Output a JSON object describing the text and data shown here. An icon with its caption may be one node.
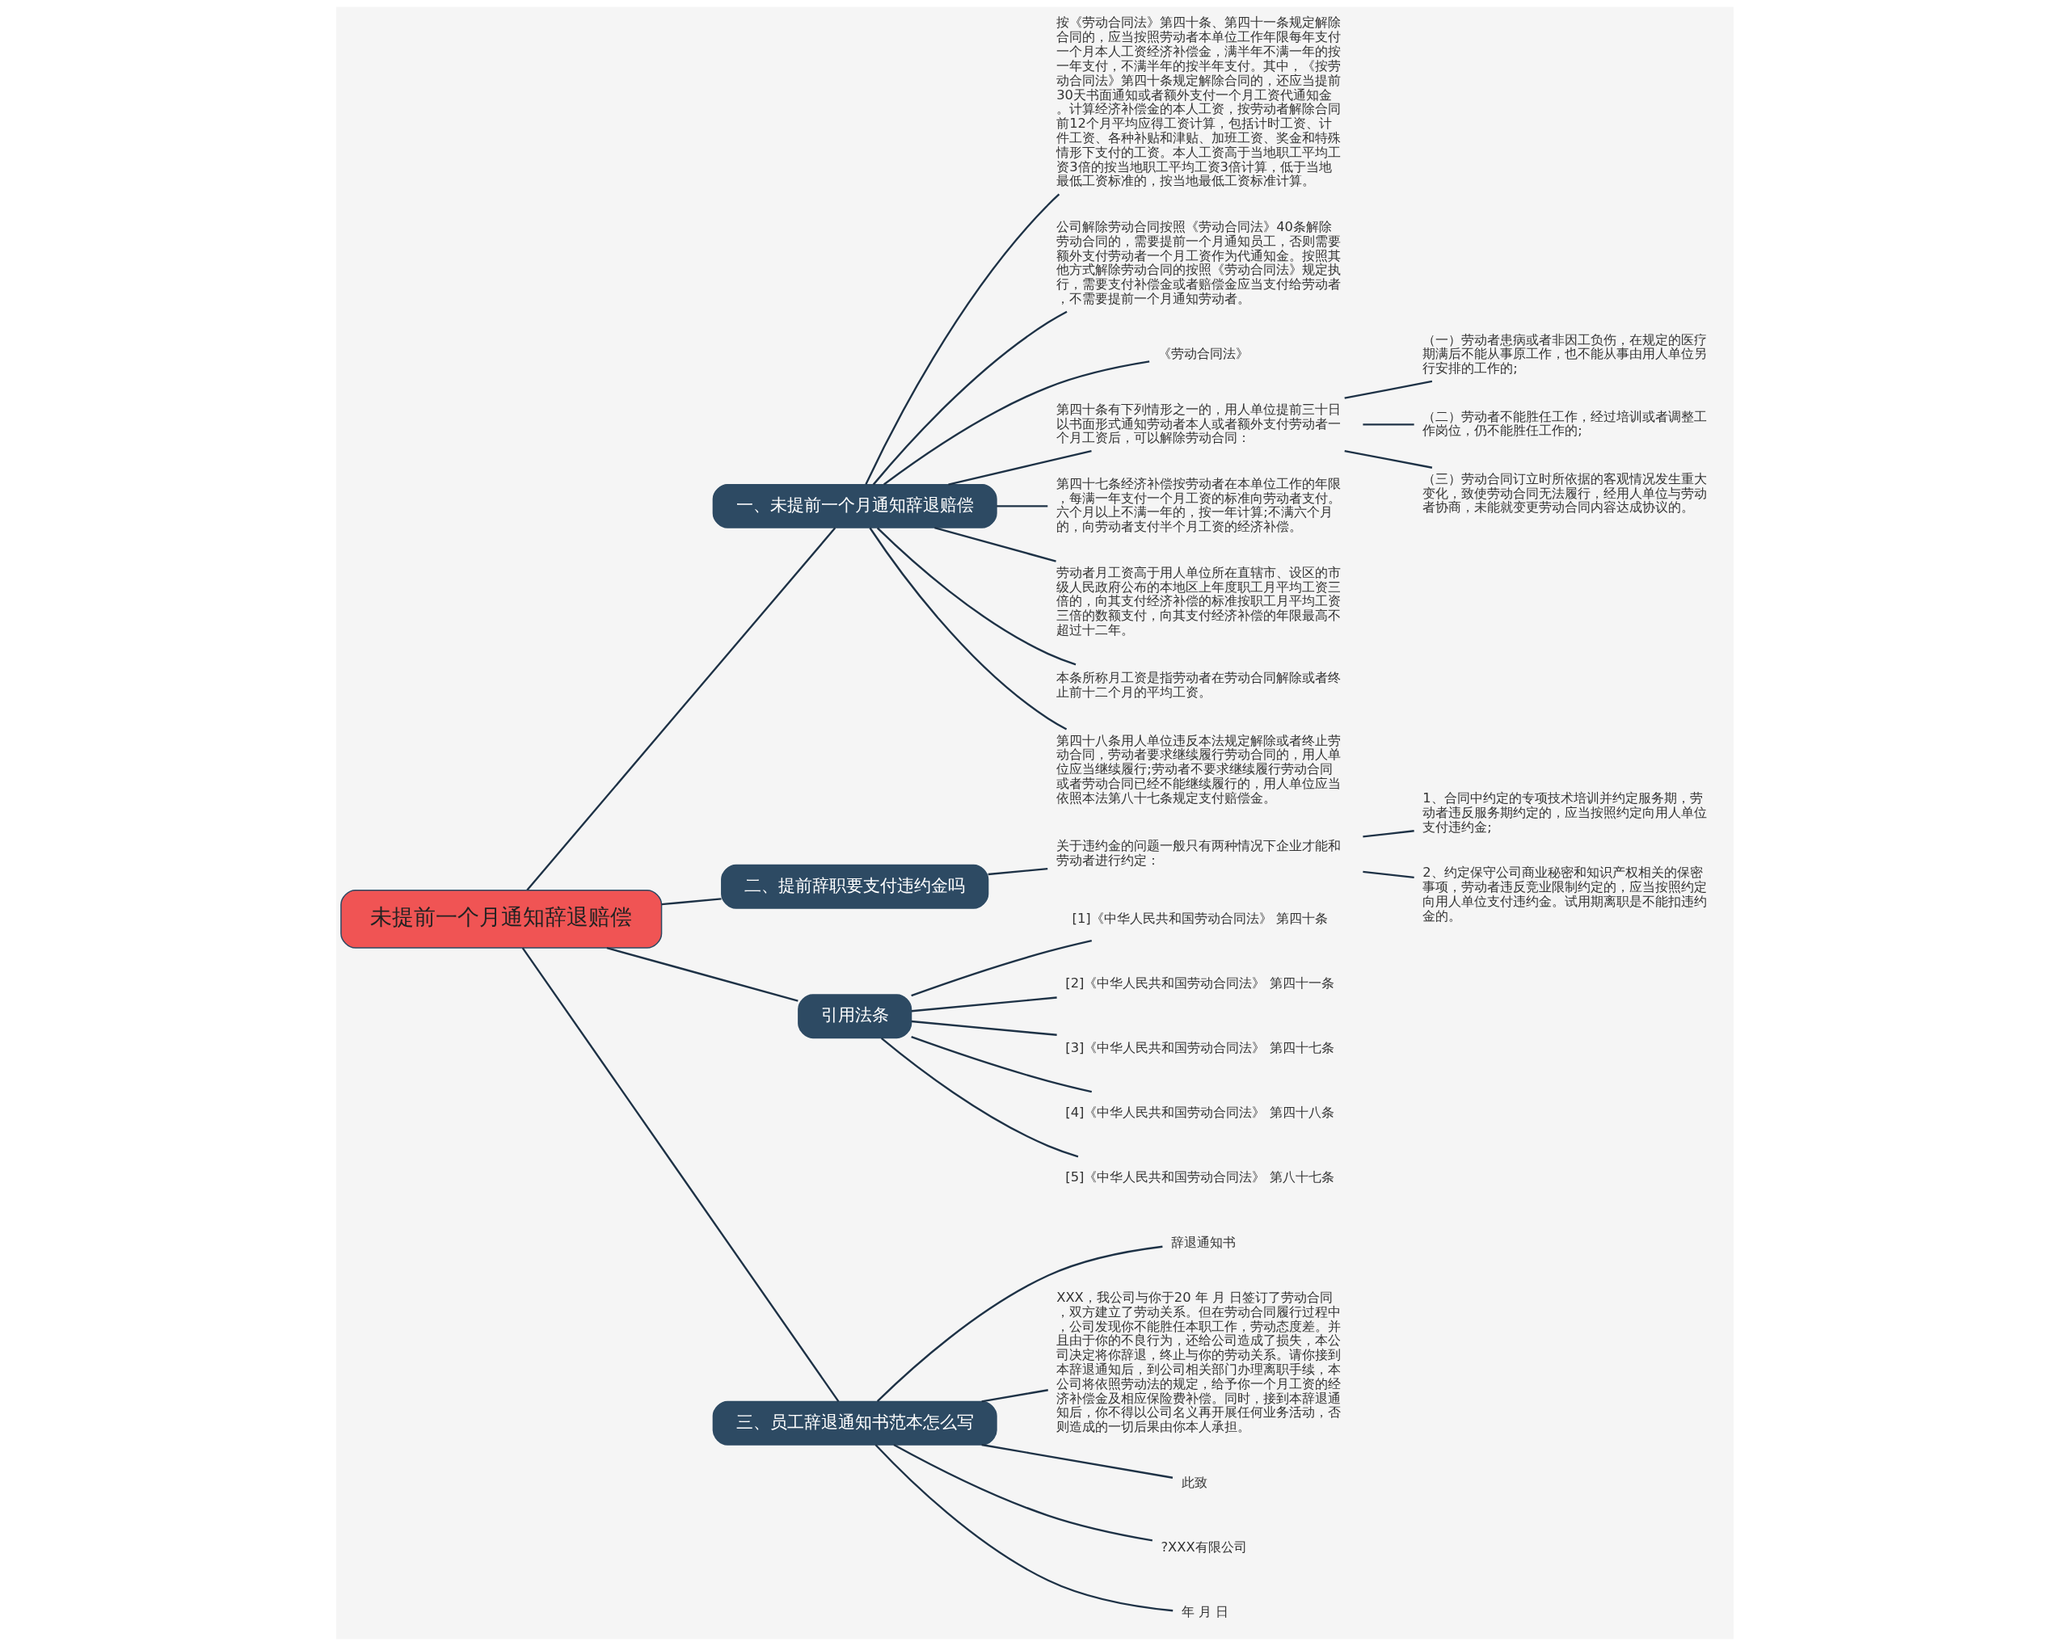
{
  "diagram": {
    "nodes": [
      {
        "text": [
          "未提前一个月通知辞退赔偿"
        ]
      },
      {
        "text": [
          "一、未提前一个月通知辞退赔偿"
        ]
      },
      {
        "text": [
          "按《劳动合同法》第四十条、第四十一条规定解除合同的，应当按照劳动者本单位工作年限每年支付一个月本人工资经济补偿金，满半年不满一年的按一年支付，不满半年的按半年支付。其中，《按劳动合同法》第四十条规定解除合同的，还应当提前30天书面通知或者额外支付一个月工资代通知金。计算经济补偿金的本人工资，按劳动者解除合同前12个月平均应得工资计算，包括计时工资、计件工资、各种补贴和津贴、加班工资、奖金和特殊情形下支付的工资。本人工资高于当地职工平均工资3倍的按当地职工平均工资3倍计算，低于当地最低工资标准的，按当地最低工资标准计算。"
        ]
      },
      {
        "text": [
          "公司解除劳动合同按照《劳动合同法》40条解除劳动合同的，需要提前一个月通知员工，否则需要额外支付劳动者一个月工资作为代通知金。按照其他方式解除劳动合同的按照《劳动合同法》规定执行，需要支付补偿金或者赔偿金应当支付给劳动者，不需要提前一个月通知劳动者。"
        ]
      },
      {
        "text": [
          "《劳动合同法》"
        ]
      },
      {
        "text": [
          "第四十条有下列情形之一的，用人单位提前三十日以书面形式通知劳动者本人或者额外支付劳动者一个月工资后，可以解除劳动合同："
        ]
      },
      {
        "text": [
          "（一）劳动者患病或者非因工负伤，在规定的医疗期满后不能从事原工作，也不能从事由用人单位另行安排的工作的;"
        ]
      },
      {
        "text": [
          "（二）劳动者不能胜任工作，经过培训或者调整工作岗位，仍不能胜任工作的;"
        ]
      },
      {
        "text": [
          "（三）劳动合同订立时所依据的客观情况发生重大变化，致使劳动合同无法履行，经用人单位与劳动者协商，未能就变更劳动合同内容达成协议的。"
        ]
      },
      {
        "text": [
          "第四十七条经济补偿按劳动者在本单位工作的年限，每满一年支付一个月工资的标准向劳动者支付。六个月以上不满一年的，按一年计算;不满六个月的，向劳动者支付半个月工资的经济补偿。"
        ]
      },
      {
        "text": [
          "劳动者月工资高于用人单位所在直辖市、设区的市级人民政府公布的本地区上年度职工月平均工资三倍的，向其支付经济补偿的标准按职工月平均工资三倍的数额支付，向其支付经济补偿的年限最高不超过十二年。"
        ]
      },
      {
        "text": [
          "本条所称月工资是指劳动者在劳动合同解除或者终止前十二个月的平均工资。"
        ]
      },
      {
        "text": [
          "第四十八条用人单位违反本法规定解除或者终止劳动合同，劳动者要求继续履行劳动合同的，用人单位应当继续履行;劳动者不要求继续履行劳动合同或者劳动合同已经不能继续履行的，用人单位应当依照本法第八十七条规定支付赔偿金。"
        ]
      },
      {
        "text": [
          "二、提前辞职要支付违约金吗"
        ]
      },
      {
        "text": [
          "关于违约金的问题一般只有两种情况下企业才能和劳动者进行约定："
        ]
      },
      {
        "text": [
          "1、合同中约定的专项技术培训并约定服务期，劳动者违反服务期约定的，应当按照约定向用人单位支付违约金;"
        ]
      },
      {
        "text": [
          "2、约定保守公司商业秘密和知识产权相关的保密事项，劳动者违反竞业限制约定的，应当按照约定向用人单位支付违约金。试用期离职是不能扣违约金的。"
        ]
      },
      {
        "text": [
          "引用法条"
        ]
      },
      {
        "text": [
          "[1]《中华人民共和国劳动合同法》 第四十条"
        ]
      },
      {
        "text": [
          "[2]《中华人民共和国劳动合同法》 第四十一条"
        ]
      },
      {
        "text": [
          "[3]《中华人民共和国劳动合同法》 第四十七条"
        ]
      },
      {
        "text": [
          "[4]《中华人民共和国劳动合同法》 第四十八条"
        ]
      },
      {
        "text": [
          "[5]《中华人民共和国劳动合同法》 第八十七条"
        ]
      },
      {
        "text": [
          "三、员工辞退通知书范本怎么写"
        ]
      },
      {
        "text": [
          "辞退通知书"
        ]
      },
      {
        "text": [
          "XXX，我公司与你于20 年 月 日签订了劳动合同，双方建立了劳动关系。但在劳动合同履行过程中，公司发现你不能胜任本职工作，劳动态度差。并且由于你的不良行为，还给公司造成了损失，本公司决定将你辞退，终止与你的劳动关系。请你接到本辞退通知后，到公司相关部门办理离职手续，本公司将依照劳动法的规定，给予你一个月工资的经济补偿金及相应保险费补偿。同时，接到本辞退通知后，你不得以公司名义再开展任何业务活动，否则造成的一切后果由你本人承担。"
        ]
      },
      {
        "text": [
          "此致"
        ]
      },
      {
        "text": [
          "?XXX有限公司"
        ]
      },
      {
        "text": [
          "年 月 日"
        ]
      }
    ],
    "edges": [
      {
        "from": 0,
        "to": 1,
        "arrow": "none"
      },
      {
        "from": 1,
        "to": 2,
        "arrow": "none"
      },
      {
        "from": 1,
        "to": 3,
        "arrow": "none"
      },
      {
        "from": 1,
        "to": 4,
        "arrow": "none"
      },
      {
        "from": 1,
        "to": 5,
        "arrow": "none"
      },
      {
        "from": 5,
        "to": 6,
        "arrow": "none"
      },
      {
        "from": 5,
        "to": 7,
        "arrow": "none"
      },
      {
        "from": 5,
        "to": 8,
        "arrow": "none"
      },
      {
        "from": 1,
        "to": 9,
        "arrow": "none"
      },
      {
        "from": 1,
        "to": 10,
        "arrow": "none"
      },
      {
        "from": 1,
        "to": 11,
        "arrow": "none"
      },
      {
        "from": 1,
        "to": 12,
        "arrow": "none"
      },
      {
        "from": 0,
        "to": 13,
        "arrow": "none"
      },
      {
        "from": 13,
        "to": 14,
        "arrow": "none"
      },
      {
        "from": 14,
        "to": 15,
        "arrow": "none"
      },
      {
        "from": 14,
        "to": 16,
        "arrow": "none"
      },
      {
        "from": 0,
        "to": 17,
        "arrow": "none"
      },
      {
        "from": 17,
        "to": 18,
        "arrow": "none"
      },
      {
        "from": 17,
        "to": 19,
        "arrow": "none"
      },
      {
        "from": 17,
        "to": 20,
        "arrow": "none"
      },
      {
        "from": 17,
        "to": 21,
        "arrow": "none"
      },
      {
        "from": 17,
        "to": 22,
        "arrow": "none"
      },
      {
        "from": 0,
        "to": 23,
        "arrow": "none"
      },
      {
        "from": 23,
        "to": 24,
        "arrow": "none"
      },
      {
        "from": 23,
        "to": 25,
        "arrow": "none"
      },
      {
        "from": 23,
        "to": 26,
        "arrow": "none"
      },
      {
        "from": 23,
        "to": 27,
        "arrow": "none"
      },
      {
        "from": 23,
        "to": 28,
        "arrow": "none"
      }
    ]
  }
}
